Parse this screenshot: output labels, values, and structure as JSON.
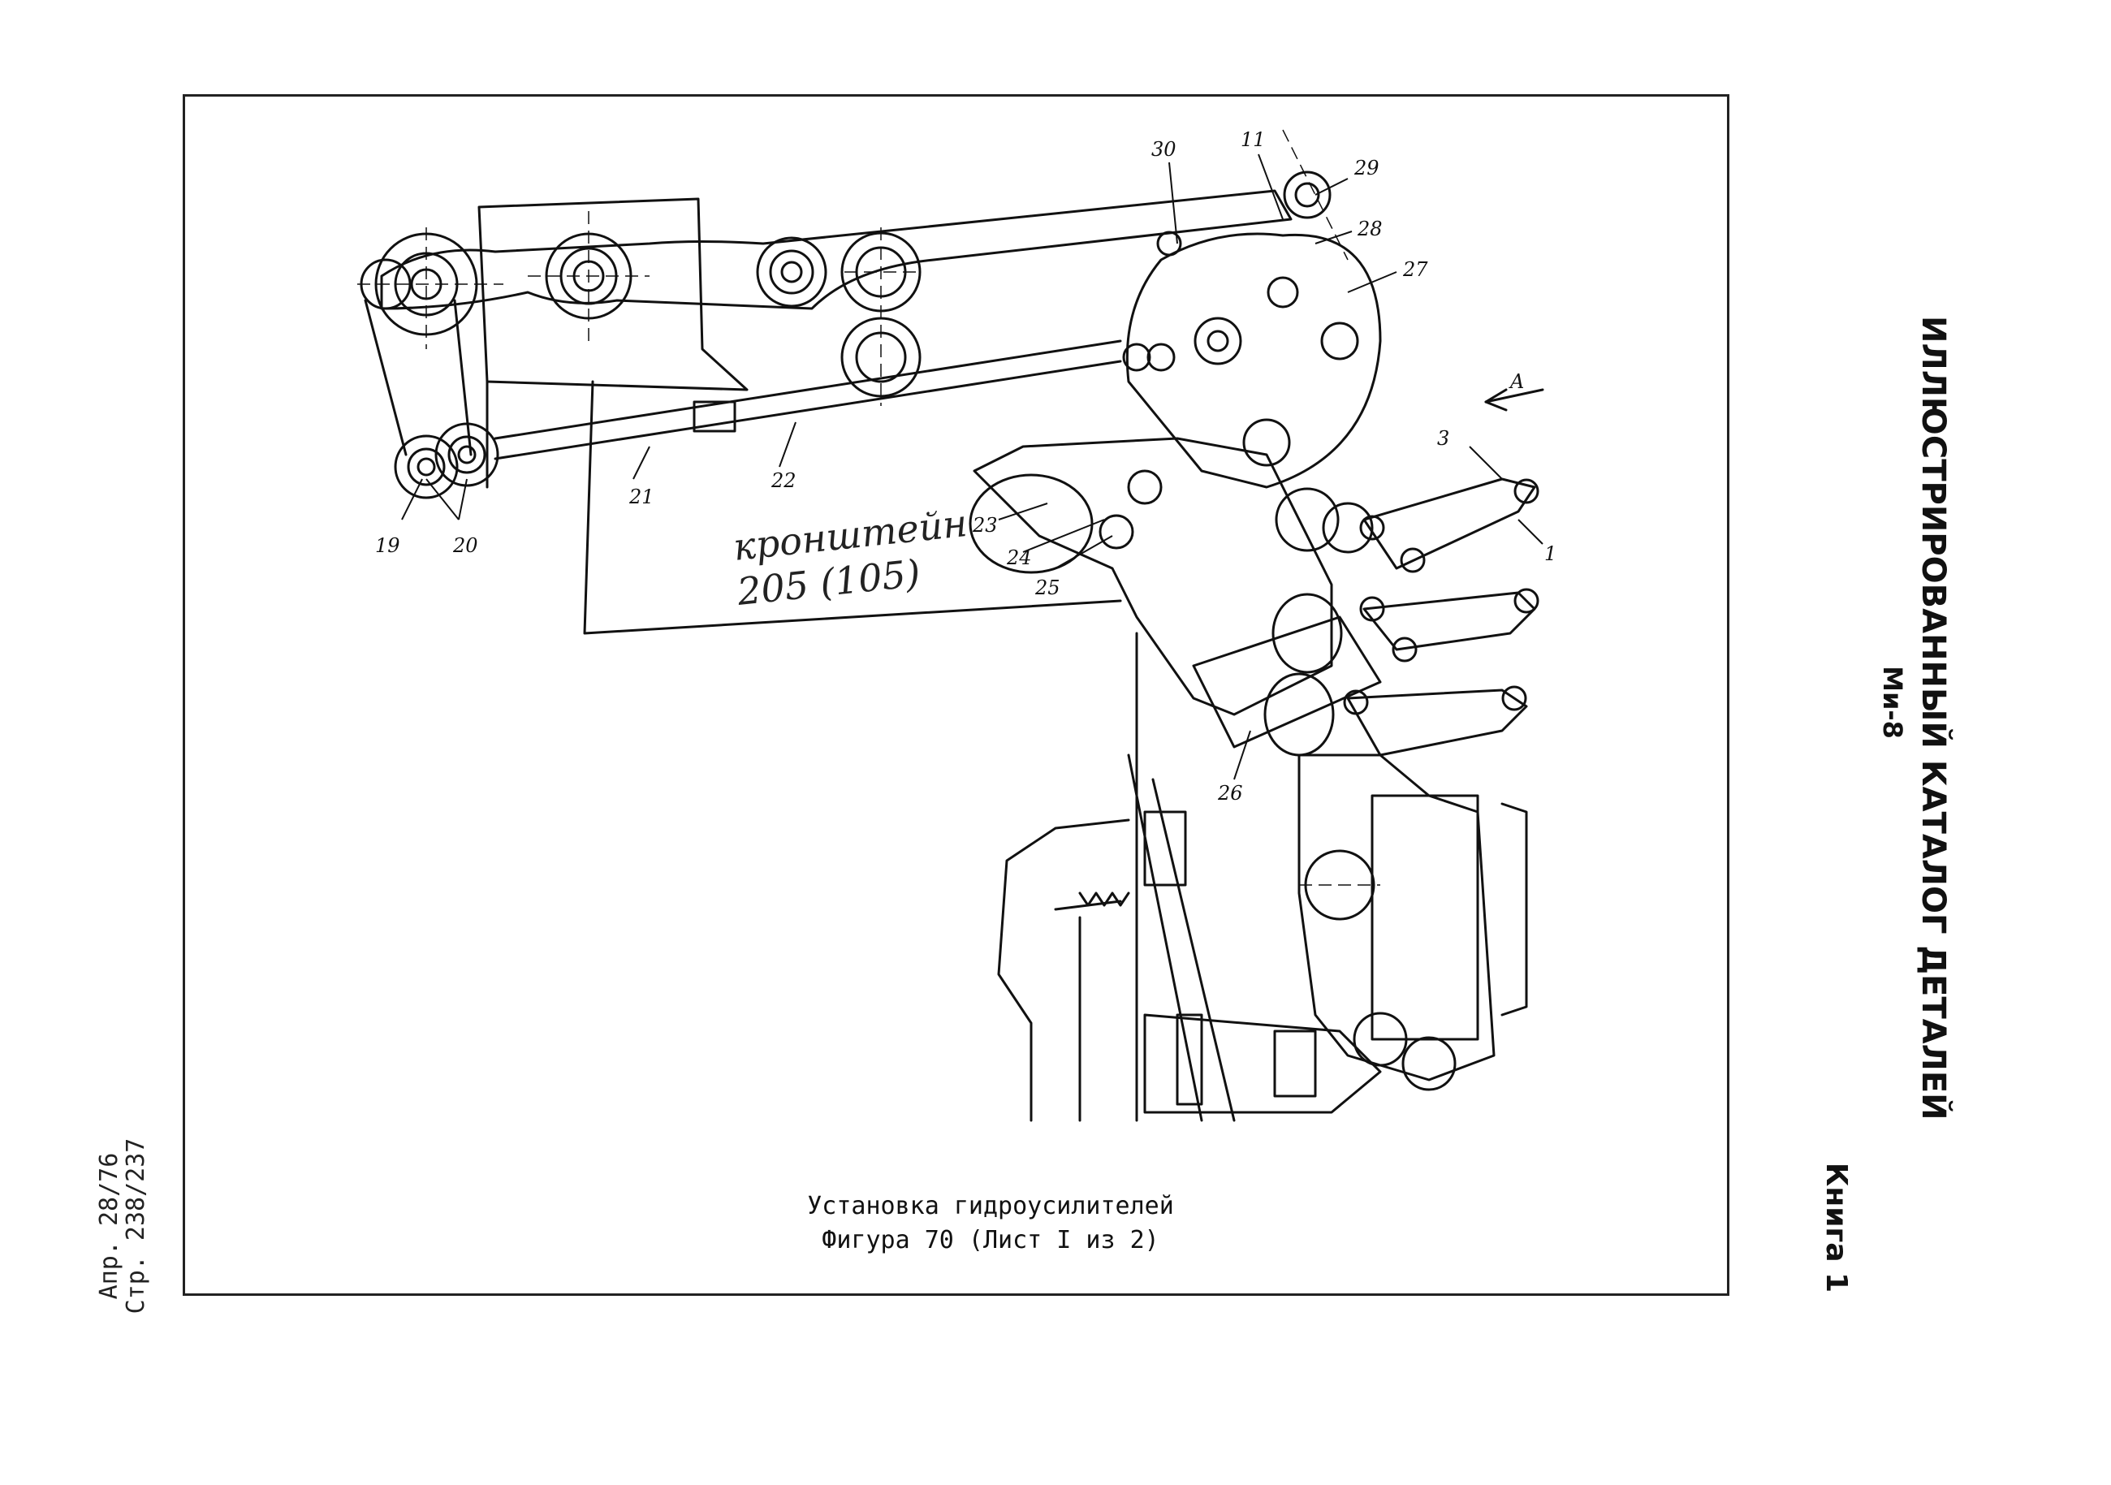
{
  "header": {
    "aircraft": "Ми-8",
    "catalog_title": "ИЛЛЮСТРИРОВАННЫЙ КАТАЛОГ ДЕТАЛЕЙ",
    "book": "Книга 1"
  },
  "page_info": {
    "page": "Стр. 238/237",
    "date": "Апр. 28/76"
  },
  "figure": {
    "title": "Установка гидроусилителей",
    "subtitle": "Фигура 70 (Лист I из 2)",
    "view_arrow_label": "A",
    "handwritten_note": [
      "кронштейн",
      "205 (105)"
    ],
    "callouts": [
      "30",
      "11",
      "29",
      "28",
      "27",
      "3",
      "1",
      "19",
      "20",
      "21",
      "22",
      "23",
      "24",
      "25",
      "26"
    ]
  }
}
